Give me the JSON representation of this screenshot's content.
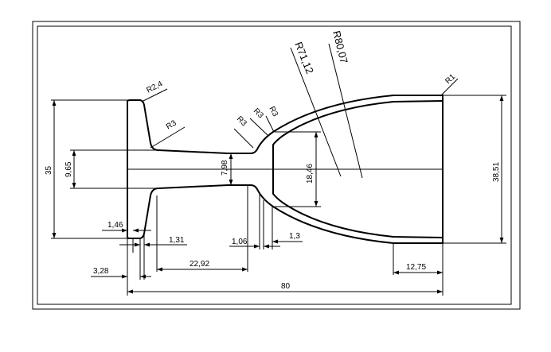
{
  "drawing": {
    "radius_labels": {
      "r2_4": "R2,4",
      "r3_neck": "R3",
      "r3_a": "R3",
      "r3_b": "R3",
      "r3_c": "R3",
      "r71_12": "R71,12",
      "r80_07": "R80,07",
      "r1": "R1"
    },
    "dimensions": {
      "d35": "35",
      "d9_65": "9,65",
      "d7_98": "7,98",
      "d18_46": "18,46",
      "d38_51": "38,51",
      "d1_46": "1,46",
      "d1_31": "1,31",
      "d1_06": "1,06",
      "d1_3": "1,3",
      "d22_92": "22,92",
      "d12_75": "12,75",
      "d3_28": "3,28",
      "d80": "80"
    }
  }
}
